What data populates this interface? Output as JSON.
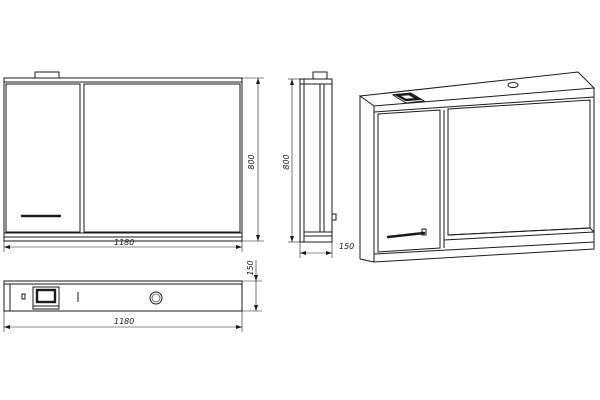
{
  "dimensions": {
    "front_width": "1180",
    "front_height": "800",
    "side_height": "800",
    "side_depth": "150",
    "top_depth": "150",
    "top_width": "1180"
  },
  "colors": {
    "line": "#1a1a1a",
    "background": "#ffffff"
  }
}
